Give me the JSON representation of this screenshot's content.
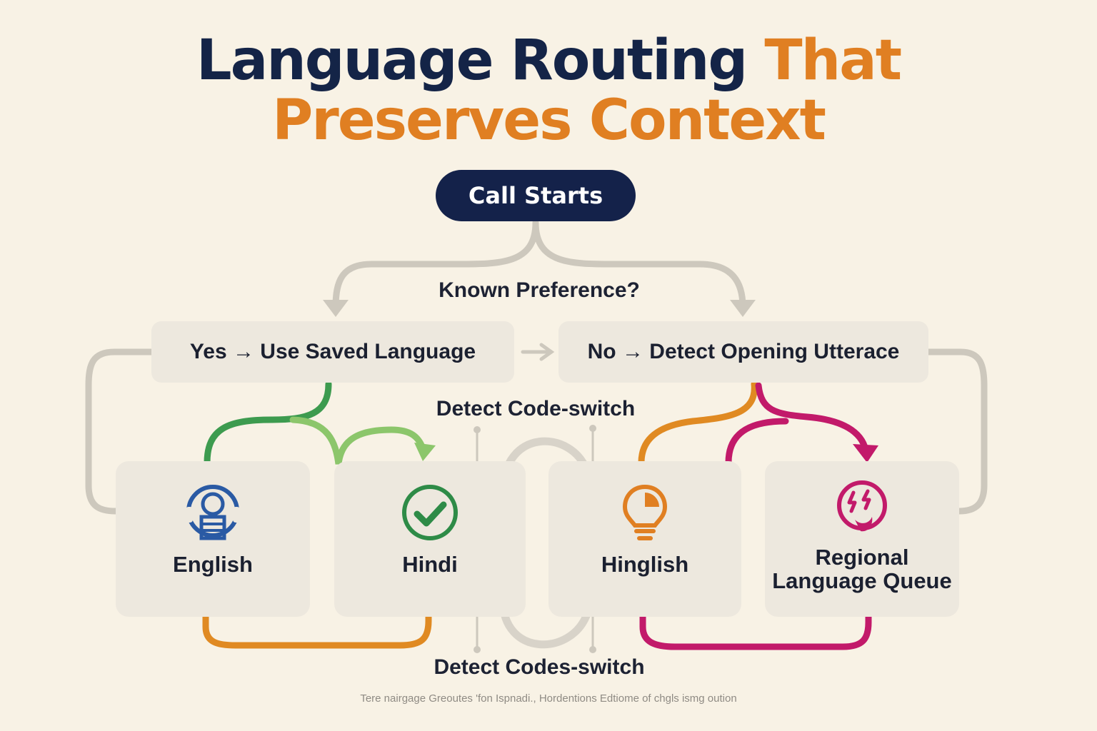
{
  "title": {
    "line1_dark": "Language Routing",
    "line1_accent": "That",
    "line2_accent": "Preserves Context"
  },
  "start": {
    "label": "Call Starts"
  },
  "question": {
    "label": "Known Preference?"
  },
  "decisions": {
    "yes": "Yes → Use Saved Language",
    "no": "No → Detect Opening Utterace"
  },
  "code_switch_top": "Detect Code-switch",
  "code_switch_bottom": "Detect Codes-switch",
  "cards": [
    {
      "label": "English",
      "icon": "headset-person-icon",
      "color": "#2a5aa4"
    },
    {
      "label": "Hindi",
      "icon": "check-circle-icon",
      "color": "#2e8b47"
    },
    {
      "label": "Hinglish",
      "icon": "lightbulb-icon",
      "color": "#e07f22"
    },
    {
      "label": "Regional Language Queue",
      "icon": "globe-lightning-icon",
      "color": "#c21a6a"
    }
  ],
  "colors": {
    "navy": "#142447",
    "orange": "#e07f22",
    "green": "#3d9b4f",
    "light_green": "#8cc66b",
    "magenta": "#c21a6a",
    "gray_line": "#cdc8bd"
  },
  "footer": "Tere nairgage Greoutes 'fon Ispnadi., Hordentions Edtiome of chgls ismg oution"
}
